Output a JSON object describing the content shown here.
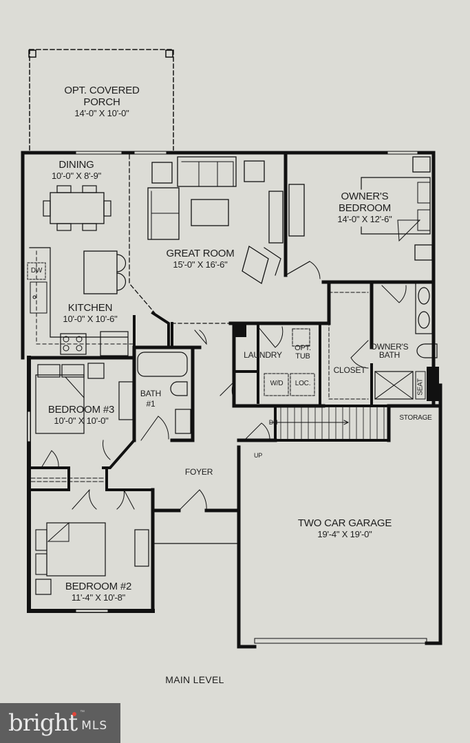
{
  "plan": {
    "title": "MAIN LEVEL",
    "rooms": [
      {
        "id": "porch",
        "name_line1": "OPT. COVERED",
        "name_line2": "PORCH",
        "size": "14'-0\" X 10'-0\""
      },
      {
        "id": "dining",
        "name_line1": "DINING",
        "size": "10'-0\" X 8'-9\""
      },
      {
        "id": "great-room",
        "name_line1": "GREAT ROOM",
        "size": "15'-0\" X 16'-6\""
      },
      {
        "id": "owners-bedroom",
        "name_line1": "OWNER'S",
        "name_line2": "BEDROOM",
        "size": "14'-0\" X 12'-6\""
      },
      {
        "id": "kitchen",
        "name_line1": "KITCHEN",
        "size": "10'-0\" X 10'-6\""
      },
      {
        "id": "laundry",
        "name_line1": "LAUNDRY"
      },
      {
        "id": "opt-tub",
        "name_line1": "OPT.",
        "name_line2": "TUB"
      },
      {
        "id": "closet",
        "name_line1": "CLOSET"
      },
      {
        "id": "owners-bath",
        "name_line1": "OWNER'S",
        "name_line2": "BATH"
      },
      {
        "id": "bedroom-3",
        "name_line1": "BEDROOM #3",
        "size": "10'-0\" X 10'-0\""
      },
      {
        "id": "bath-1",
        "name_line1": "BATH",
        "name_line2": "#1"
      },
      {
        "id": "foyer",
        "name_line1": "FOYER"
      },
      {
        "id": "storage",
        "name_line1": "STORAGE"
      },
      {
        "id": "garage",
        "name_line1": "TWO CAR GARAGE",
        "size": "19'-4\" X 19'-0\""
      },
      {
        "id": "bedroom-2",
        "name_line1": "BEDROOM #2",
        "size": "11'-4\" X 10'-8\""
      }
    ],
    "fixtures": {
      "dw": "DW",
      "wd": "W/D",
      "loc": "LOC.",
      "seat": "SEAT",
      "stairs_down": "DN",
      "stairs_up": "UP"
    }
  },
  "watermark": {
    "brand": "bright",
    "suffix": "MLS",
    "tm": "™",
    "accent_color": "#e0463a",
    "bg_color": "#5e5e5e"
  }
}
